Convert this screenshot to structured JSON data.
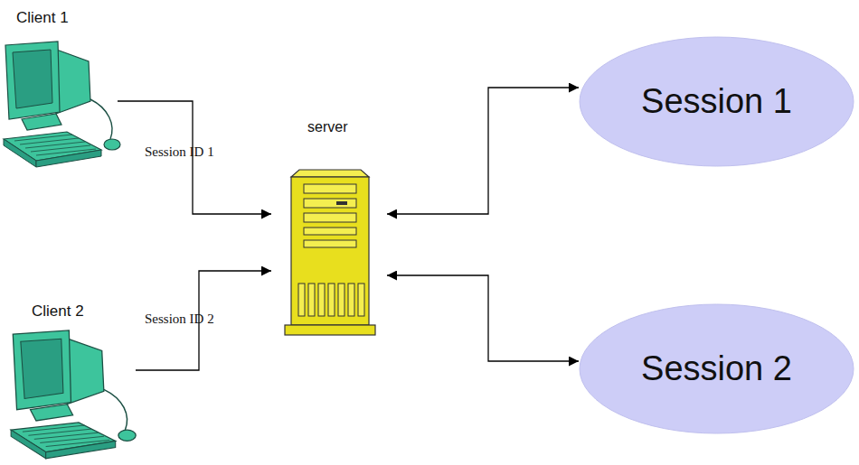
{
  "diagram": {
    "nodes": [
      {
        "text": [
          "Client 1"
        ]
      },
      {
        "text": [
          "Client 2"
        ]
      },
      {
        "text": [
          "server"
        ]
      },
      {
        "text": [
          "Session 1"
        ]
      },
      {
        "text": [
          "Session 2"
        ]
      }
    ],
    "edges": [
      {
        "from": 0,
        "to": 2,
        "arrow": "to",
        "label": "Session ID 1"
      },
      {
        "from": 1,
        "to": 2,
        "arrow": "to",
        "label": "Session ID 2"
      },
      {
        "from": 2,
        "to": 3,
        "arrow": "both"
      },
      {
        "from": 2,
        "to": 4,
        "arrow": "both"
      }
    ]
  }
}
